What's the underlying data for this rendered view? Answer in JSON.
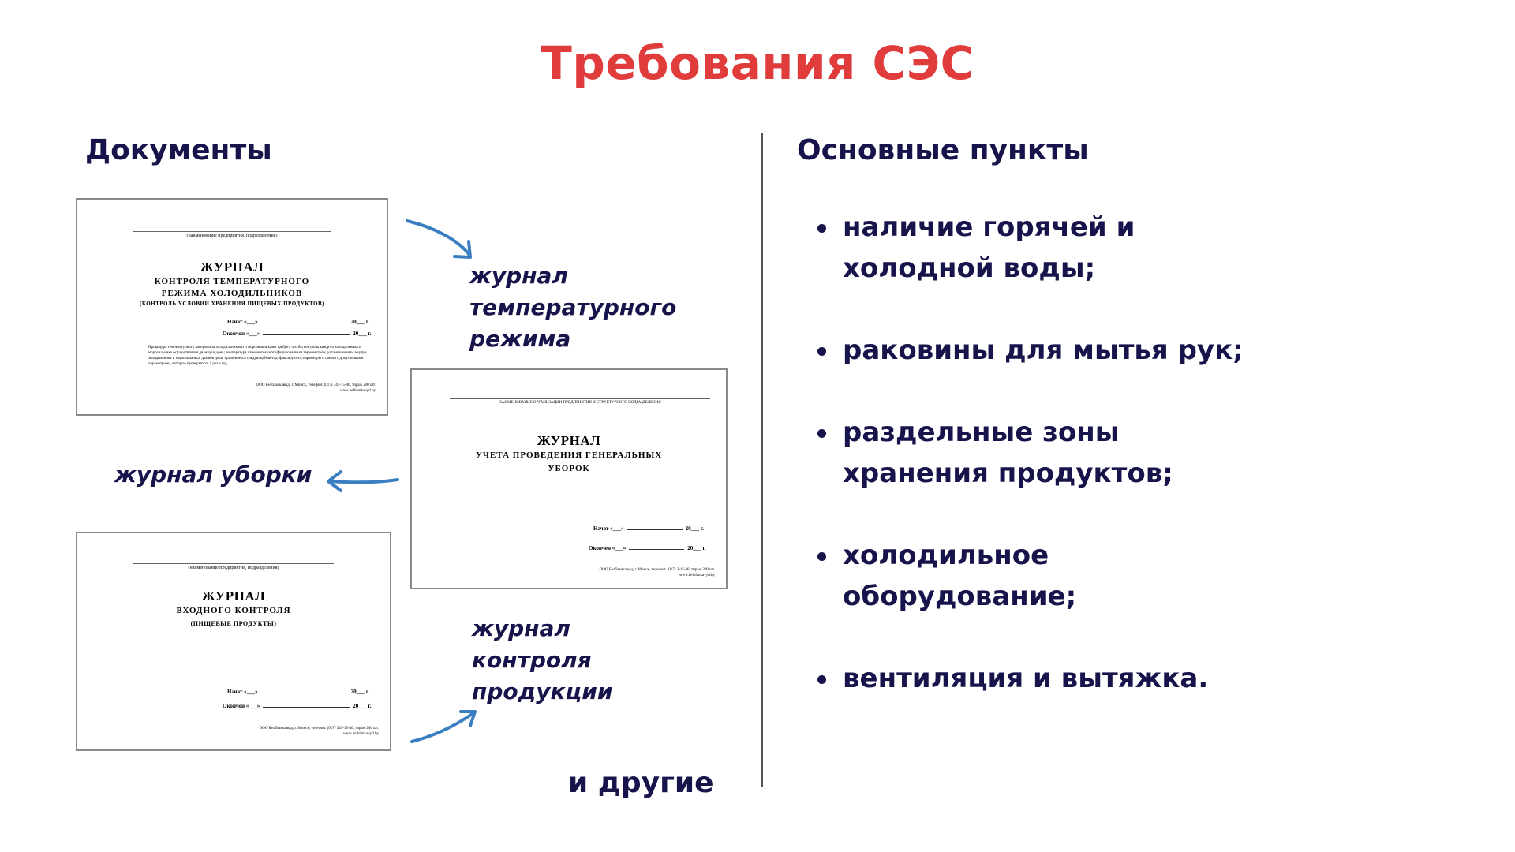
{
  "title": "Требования СЭС",
  "documents_heading": "Документы",
  "points_heading": "Основные пункты",
  "doc_temperature": {
    "org_caption": "(наименование предприятия, подразделения)",
    "title": "ЖУРНАЛ",
    "subtitle_1": "КОНТРОЛЯ ТЕМПЕРАТУРНОГО",
    "subtitle_2": "РЕЖИМА ХОЛОДИЛЬНИКОВ",
    "subtitle_3": "(КОНТРОЛЬ УСЛОВИЙ ХРАНЕНИЯ ПИЩЕВЫХ ПРОДУКТОВ)",
    "start_label": "Начат",
    "end_label": "Окончен",
    "date_prefix": "«___»",
    "date_suffix": "20___ г.",
    "note": "Процедура температурного контроля за холодильниками и морозильниками требует, что бы контроль каждого холодильника и морозильника осуществлялся дважды в день; температура измеряется сертифицированным термометром, установленным внутри холодильника и морозильника; для контроля применяется следующий метод: фиксируются параметры и сверка с допустимыми параметрами, которые проверяются 1 раз в год.",
    "footer_1": "ООО Белбланкавыд, г. Минск, телефон: (017) 345-15-46, тираж 200 шт.",
    "footer_2": "www.belblankavyd.by"
  },
  "doc_cleaning": {
    "org_caption": "НАИМЕНОВАНИЕ ОРГАНИЗАЦИИ ПРЕДПРИЯТИЯ И СТРУКТУРНОГО ПОДРАЗДЕЛЕНИЯ",
    "title": "ЖУРНАЛ",
    "subtitle_1": "УЧЕТА ПРОВЕДЕНИЯ ГЕНЕРАЛЬНЫХ",
    "subtitle_2": "УБОРОК",
    "start_label": "Начат",
    "end_label": "Окончен",
    "date_prefix": "«___»",
    "date_suffix": "20___ г.",
    "footer_1": "ООО Белбланкавыд, г. Минск, телефон: (017) 3-15-46, тираж 200 шт.",
    "footer_2": "www.belblankavyd.by"
  },
  "doc_incoming": {
    "org_caption": "(наименование предприятия, подразделения)",
    "title": "ЖУРНАЛ",
    "subtitle_1": "ВХОДНОГО КОНТРОЛЯ",
    "subtitle_2": "(ПИЩЕВЫЕ ПРОДУКТЫ)",
    "start_label": "Начат",
    "end_label": "Окончен",
    "date_prefix": "«___»",
    "date_suffix": "20___ г.",
    "footer_1": "ООО Белбланкавыд, г. Минск, телефон: (017) 345-15-46, тираж 200 шт.",
    "footer_2": "www.belblankavyd.by"
  },
  "captions": {
    "temperature": [
      "журнал",
      "температурного",
      "режима"
    ],
    "cleaning": "журнал уборки",
    "products": [
      "журнал",
      "контроля",
      "продукции"
    ],
    "others": "и другие"
  },
  "points": [
    [
      "наличие горячей и",
      "холодной воды;"
    ],
    [
      "раковины для мытья рук;"
    ],
    [
      "раздельные зоны",
      "хранения продуктов;"
    ],
    [
      "холодильное",
      "оборудование;"
    ],
    [
      "вентиляция и вытяжка."
    ]
  ],
  "colors": {
    "title": "#e03c3c",
    "text": "#16144a",
    "arrow": "#3a7fc1"
  }
}
